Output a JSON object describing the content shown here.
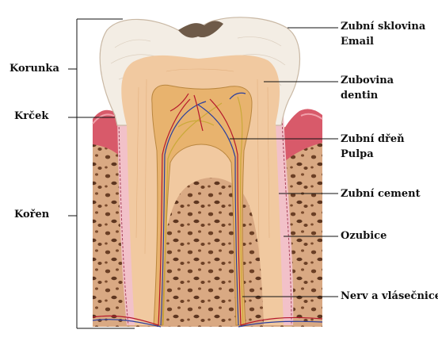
{
  "left_labels": {
    "crown": "Korunka",
    "neck": "Krček",
    "root": "Kořen"
  },
  "right_labels": {
    "enamel": [
      "Zubní sklovina",
      "Email"
    ],
    "dentin": [
      "Zubovina",
      "dentin"
    ],
    "pulp": [
      "Zubní dřeň",
      "Pulpa"
    ],
    "cementum": "Zubní cement",
    "gingiva": "Ozubice",
    "nerve": "Nerv a vlásečnice"
  },
  "colors": {
    "enamel": "#f3ede4",
    "dentin": "#f1c9a0",
    "pulp": "#e8b36e",
    "gum": "#d85a6a",
    "bone": "#d9a983",
    "bone_pore": "#6b3f25",
    "cementum": "#f2c1c9",
    "nerve": "#caa93a",
    "vessel_red": "#b5172b",
    "vessel_blue": "#2a3f9e"
  }
}
